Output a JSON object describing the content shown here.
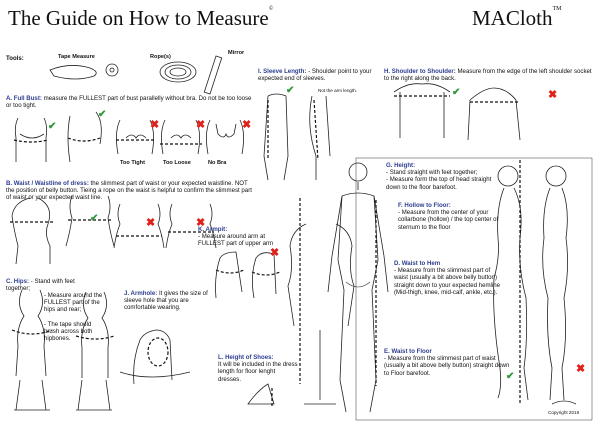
{
  "header": {
    "title": "The Guide on How to Measure",
    "title_mark": "©",
    "brand": "MACloth",
    "brand_mark": "TM"
  },
  "tools": {
    "label": "Tools:",
    "items": [
      "Tape Measure",
      "Rope(s)",
      "Mirror"
    ]
  },
  "sections": {
    "a": {
      "heading": "A. Full Bust:",
      "text": " measure the FULLEST part of bust parallelly without bra. Do not be too loose or too tight.",
      "captions": [
        "Too Tight",
        "Too Loose",
        "No Bra"
      ]
    },
    "b": {
      "heading": "B. Waist / Waistline of dress:",
      "text": " the slimmest part of waist or your expected waistline. NOT the position of belly button. Tieing a rope on the waist is helpful to confirm the slimmest part of waist or your expected waist line."
    },
    "c": {
      "heading": "C. Hips:",
      "lines": [
        "- Stand with feet together;",
        "- Measure around the FULLEST part of the hips and rear;",
        "- The tape should brush across both hipbones."
      ]
    },
    "j": {
      "heading": "J. Armhole:",
      "text": " It gives the size of sleeve hole that you are comfortable wearing."
    },
    "k": {
      "heading": "K. Armpit:",
      "text": "- Measure around arm at FULLEST part of upper arm"
    },
    "i": {
      "heading": "I. Sleeve Length:",
      "text": " - Shoulder point to your expected end of sleeves.",
      "note": "Not the arm length."
    },
    "h": {
      "heading": "H. Shoulder to Shoulder:",
      "text": " Measure from the edge of the left shoulder socket to the right along the back."
    },
    "g": {
      "heading": "G. Height:",
      "lines": [
        "- Stand straight with feet together;",
        "- Measure form the top of head straight down to the floor barefoot."
      ]
    },
    "f": {
      "heading": "F. Hollow to Floor:",
      "text": "- Measure from the center of your collarbone (hollow) / the top center of sternum to the floor"
    },
    "d": {
      "heading": "D. Waist to Hem",
      "text": "- Measure from the slimmest part of waist (usually a  bit  above belly button) straight down to your expected hemline (Mid-thigh, knee, mid-calf, ankle, etc.)."
    },
    "e": {
      "heading": "E. Waist to Floor",
      "text": "- Measure from the slimmest part of waist (usually a  bit  above belly button) straight down to Floor barefoot."
    },
    "l": {
      "heading": "L. Height of Shoes:",
      "text": "It will be included in the dress length for floor lenght dresses."
    }
  },
  "footer": {
    "copyright": "Copyright 2018"
  },
  "colors": {
    "heading": "#2c3e8f",
    "correct": "#2e9a3c",
    "wrong": "#e0201b"
  },
  "icons": [
    "check-icon",
    "cross-icon",
    "tape-measure-icon",
    "rope-icon",
    "mirror-icon"
  ]
}
